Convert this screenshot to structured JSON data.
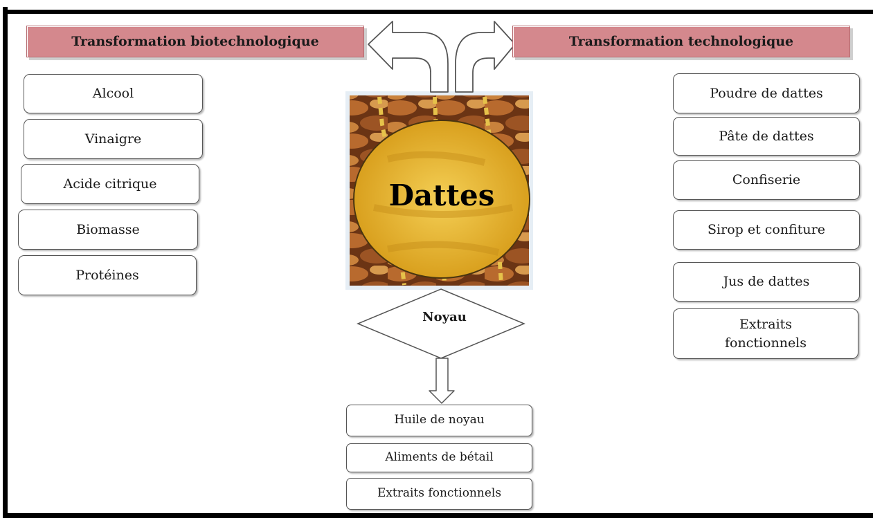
{
  "headers": {
    "left": "Transformation biotechnologique",
    "right": "Transformation technologique"
  },
  "center": {
    "title": "Dattes",
    "decision_label": "Noyau"
  },
  "left_products": [
    "Alcool",
    "Vinaigre",
    "Acide citrique",
    "Biomasse",
    "Protéines"
  ],
  "right_products": [
    "Poudre de dattes",
    "Pâte de dattes",
    "Confiserie",
    "Sirop et confiture",
    "Jus de dattes",
    "Extraits fonctionnels"
  ],
  "bottom_products": [
    "Huile de noyau",
    "Aliments de bétail",
    "Extraits fonctionnels"
  ],
  "colors": {
    "header_fill": "#d4888d",
    "image_tones": [
      "#7a3a16",
      "#c98a3a",
      "#e3b13a"
    ],
    "circle_fill": "#e8b62a"
  }
}
